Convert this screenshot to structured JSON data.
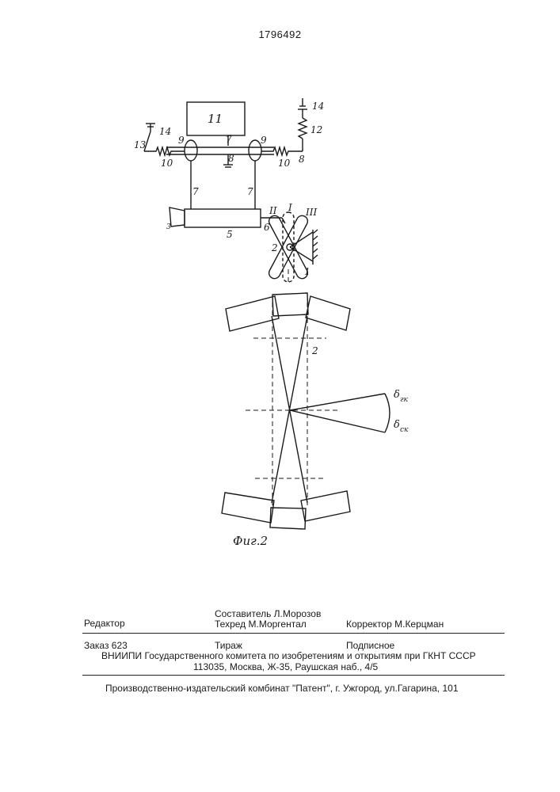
{
  "header": {
    "patent_number": "1796492"
  },
  "figure": {
    "caption": "Фиг.2",
    "labels": {
      "block_11": "11",
      "l14a": "14",
      "l14b": "14",
      "l13": "13",
      "l10a": "10",
      "l10b": "10",
      "l9a": "9",
      "l9b": "9",
      "l12": "12",
      "l8a": "8",
      "l8b": "8",
      "l7a": "7",
      "l7b": "7",
      "l7c": "7",
      "l5": "5",
      "l6": "6",
      "l3": "3",
      "l2a": "2",
      "l2b": "2",
      "l1": "1",
      "roman_I": "I",
      "roman_II": "II",
      "roman_III": "III",
      "angle1": "δ",
      "angle1_sub": "гк",
      "angle2": "δ",
      "angle2_sub": "ск"
    }
  },
  "colophon": {
    "editor": "Редактор",
    "compiler": "Составитель Л.Морозов",
    "techred": "Техред М.Моргентал",
    "corrector": "Корректор  М.Керцман",
    "order": "Заказ  623",
    "circulation": "Тираж",
    "subscription": "Подписное",
    "institute": "ВНИИПИ Государственного комитета по изобретениям и открытиям при ГКНТ СССР",
    "address": "113035, Москва, Ж-35, Раушская наб., 4/5",
    "publisher": "Производственно-издательский комбинат \"Патент\", г. Ужгород, ул.Гагарина, 101"
  }
}
